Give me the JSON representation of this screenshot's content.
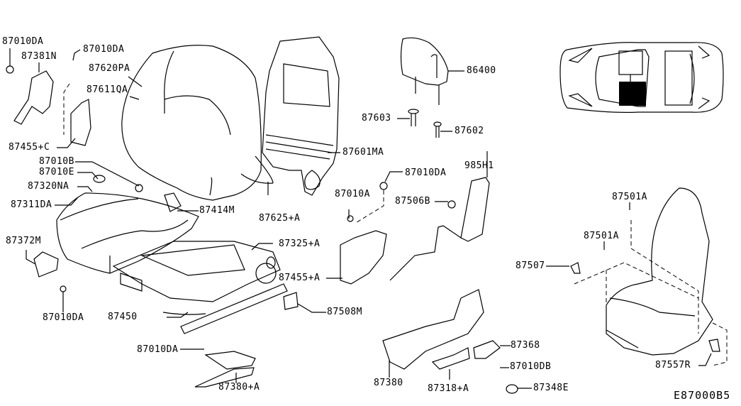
{
  "diagram": {
    "id": "E87000B5",
    "subject": "Front seat parts exploded view",
    "callouts": [
      {
        "key": "c01",
        "text": "87010DA"
      },
      {
        "key": "c02",
        "text": "87381N"
      },
      {
        "key": "c03",
        "text": "87010DA"
      },
      {
        "key": "c04",
        "text": "87620PA"
      },
      {
        "key": "c05",
        "text": "87611QA"
      },
      {
        "key": "c06",
        "text": "87455+C"
      },
      {
        "key": "c07",
        "text": "87010B"
      },
      {
        "key": "c08",
        "text": "87010E"
      },
      {
        "key": "c09",
        "text": "87320NA"
      },
      {
        "key": "c10",
        "text": "87311DA"
      },
      {
        "key": "c11",
        "text": "87372M"
      },
      {
        "key": "c12",
        "text": "87010DA"
      },
      {
        "key": "c13",
        "text": "87414M"
      },
      {
        "key": "c14",
        "text": "87625+A"
      },
      {
        "key": "c15",
        "text": "87325+A"
      },
      {
        "key": "c16",
        "text": "87455+A"
      },
      {
        "key": "c17",
        "text": "87450"
      },
      {
        "key": "c18",
        "text": "87508M"
      },
      {
        "key": "c19",
        "text": "87010DA"
      },
      {
        "key": "c20",
        "text": "87380+A"
      },
      {
        "key": "c21",
        "text": "87601MA"
      },
      {
        "key": "c22",
        "text": "87010A"
      },
      {
        "key": "c23",
        "text": "87010DA"
      },
      {
        "key": "c24",
        "text": "87506B"
      },
      {
        "key": "c25",
        "text": "86400"
      },
      {
        "key": "c26",
        "text": "87603"
      },
      {
        "key": "c27",
        "text": "87602"
      },
      {
        "key": "c28",
        "text": "985H1"
      },
      {
        "key": "c29",
        "text": "87501A"
      },
      {
        "key": "c30",
        "text": "87501A"
      },
      {
        "key": "c31",
        "text": "87507"
      },
      {
        "key": "c32",
        "text": "87557R"
      },
      {
        "key": "c33",
        "text": "87380"
      },
      {
        "key": "c34",
        "text": "87318+A"
      },
      {
        "key": "c35",
        "text": "87368"
      },
      {
        "key": "c36",
        "text": "87010DB"
      },
      {
        "key": "c37",
        "text": "87348E"
      }
    ],
    "locator": {
      "highlighted_seat": "front-left",
      "highlight_color": "#000000"
    }
  }
}
